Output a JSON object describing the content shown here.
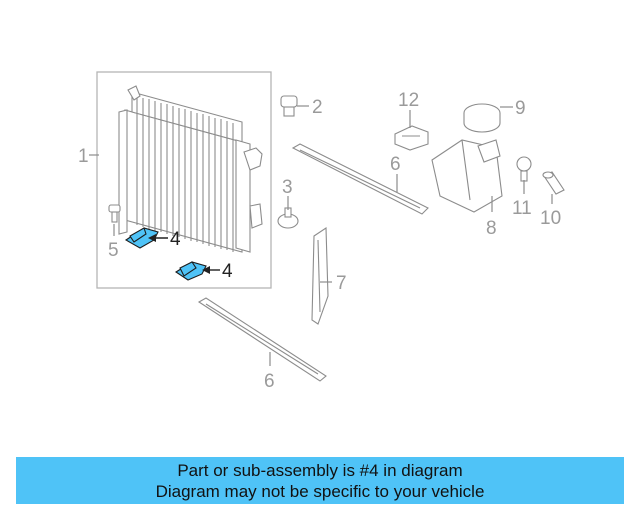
{
  "callouts": {
    "c1": "1",
    "c2": "2",
    "c3": "3",
    "c4a": "4",
    "c4b": "4",
    "c5": "5",
    "c6a": "6",
    "c6b": "6",
    "c7": "7",
    "c8": "8",
    "c9": "9",
    "c10": "10",
    "c11": "11",
    "c12": "12"
  },
  "caption": {
    "line1": "Part or sub-assembly is #4 in diagram",
    "line2": "Diagram may not be specific to your vehicle"
  },
  "colors": {
    "highlight": "#4fc3f7",
    "caption_background": "#4fc3f7",
    "line_art": "#8c8c8c"
  }
}
